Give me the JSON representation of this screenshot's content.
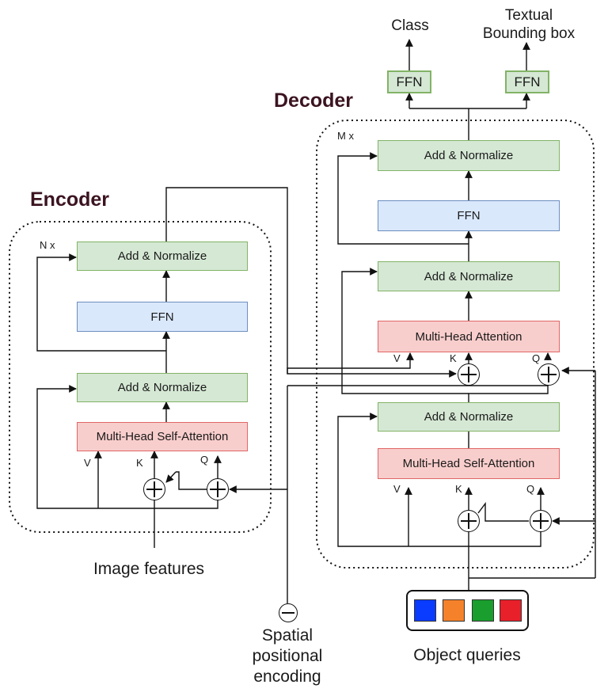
{
  "headings": {
    "encoder": "Encoder",
    "decoder": "Decoder"
  },
  "encoder": {
    "repeat": "N x",
    "add_norm_top": "Add  &  Normalize",
    "ffn": "FFN",
    "add_norm_bottom": "Add  &  Normalize",
    "self_attention": "Multi-Head Self-Attention",
    "v": "V",
    "k": "K",
    "q": "Q",
    "input_label": "Image features"
  },
  "decoder": {
    "repeat": "M x",
    "add_norm_top": "Add  &  Normalize",
    "ffn": "FFN",
    "add_norm_mid": "Add  &  Normalize",
    "cross_attention": "Multi-Head Attention",
    "add_norm_bottom": "Add  &  Normalize",
    "self_attention": "Multi-Head Self-Attention",
    "cross_v": "V",
    "cross_k": "K",
    "cross_q": "Q",
    "self_v": "V",
    "self_k": "K",
    "self_q": "Q"
  },
  "heads": {
    "class_ffn": "FFN",
    "box_ffn": "FFN",
    "class_label": "Class",
    "box_label_line1": "Textual",
    "box_label_line2": "Bounding box"
  },
  "positional": {
    "line1": "Spatial",
    "line2": "positional",
    "line3": "encoding"
  },
  "object_queries": {
    "label": "Object queries",
    "colors": [
      "#0a3cff",
      "#f5822b",
      "#1a9e2e",
      "#e8202a"
    ]
  },
  "colors": {
    "green_fill": "#d5e8d4",
    "green_stroke": "#82b366",
    "blue_fill": "#dae8fc",
    "blue_stroke": "#6c8ebf",
    "red_fill": "#f8cecc",
    "red_stroke": "#e06666",
    "heading": "#3b1420"
  }
}
